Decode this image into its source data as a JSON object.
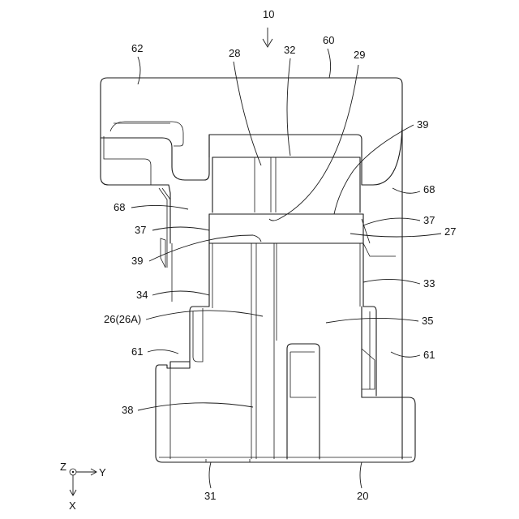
{
  "figure": {
    "main_ref": "10",
    "labels": {
      "l62": "62",
      "l60": "60",
      "l28": "28",
      "l32": "32",
      "l29": "29",
      "l39_top": "39",
      "l68_left": "68",
      "l68_right": "68",
      "l37_left": "37",
      "l37_right": "37",
      "l27": "27",
      "l39_left": "39",
      "l34": "34",
      "l33": "33",
      "l26": "26(26A)",
      "l35": "35",
      "l61_left": "61",
      "l61_right": "61",
      "l38": "38",
      "l31": "31",
      "l20": "20"
    },
    "axes": {
      "z": "Z",
      "y": "Y",
      "x": "X"
    }
  }
}
